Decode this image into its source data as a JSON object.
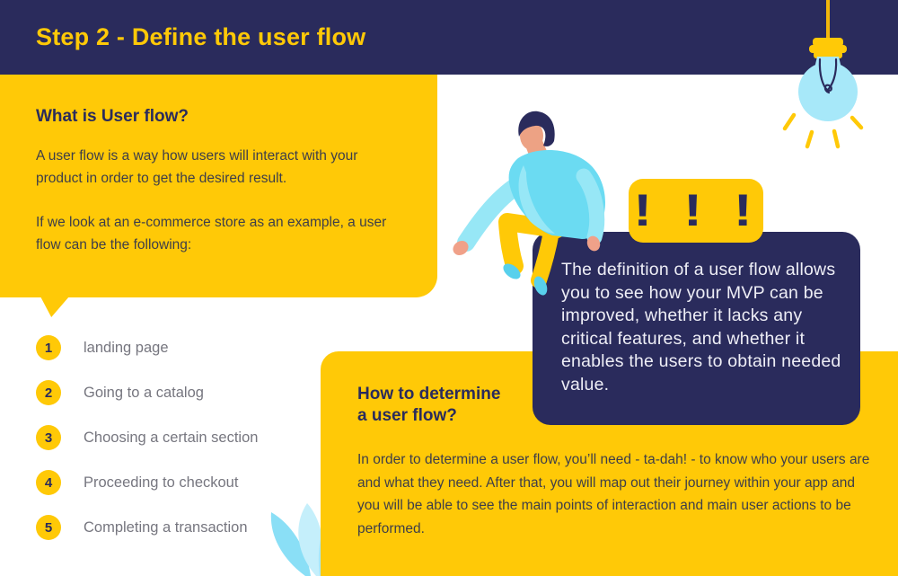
{
  "header": {
    "title": "Step 2 - Define the user flow"
  },
  "what_panel": {
    "heading": "What is User flow?",
    "paragraph1": "A user flow is a way how users will interact with your product in order to get the desired result.",
    "paragraph2": "If we look at an e-commerce store as an example, a user flow can be the following:"
  },
  "steps": [
    {
      "num": "1",
      "label": "landing page"
    },
    {
      "num": "2",
      "label": "Going to a catalog"
    },
    {
      "num": "3",
      "label": "Choosing a certain section"
    },
    {
      "num": "4",
      "label": "Proceeding to checkout"
    },
    {
      "num": "5",
      "label": "Completing a transaction"
    }
  ],
  "callout": {
    "badge": "!!!",
    "text": "The definition of a user flow allows you to see how your MVP can be improved, whether it lacks any critical features, and whether it enables the users to obtain needed value."
  },
  "how_panel": {
    "heading_line1": "How to determine",
    "heading_line2": "a user flow?",
    "body": "In order to determine a user flow, you’ll need - ta-dah! - to know who your users are and what they need. After that, you will map out their journey within your app and you will be able to see the main points of interaction and main user actions to be performed."
  },
  "icons": {
    "lightbulb": "hanging-lightbulb-icon",
    "exclamations": "exclamation-marks",
    "person": "person-sitting-illustration",
    "leaves": "leaf-decoration"
  },
  "colors": {
    "navy": "#2A2B5C",
    "yellow": "#FFC907",
    "light_blue": "#A7E8F9",
    "cyan_shirt": "#6BDBF2",
    "skin": "#EDA284",
    "list_text": "#76767F",
    "body_text": "#3E3E49",
    "callout_text": "#EEEEF6"
  }
}
